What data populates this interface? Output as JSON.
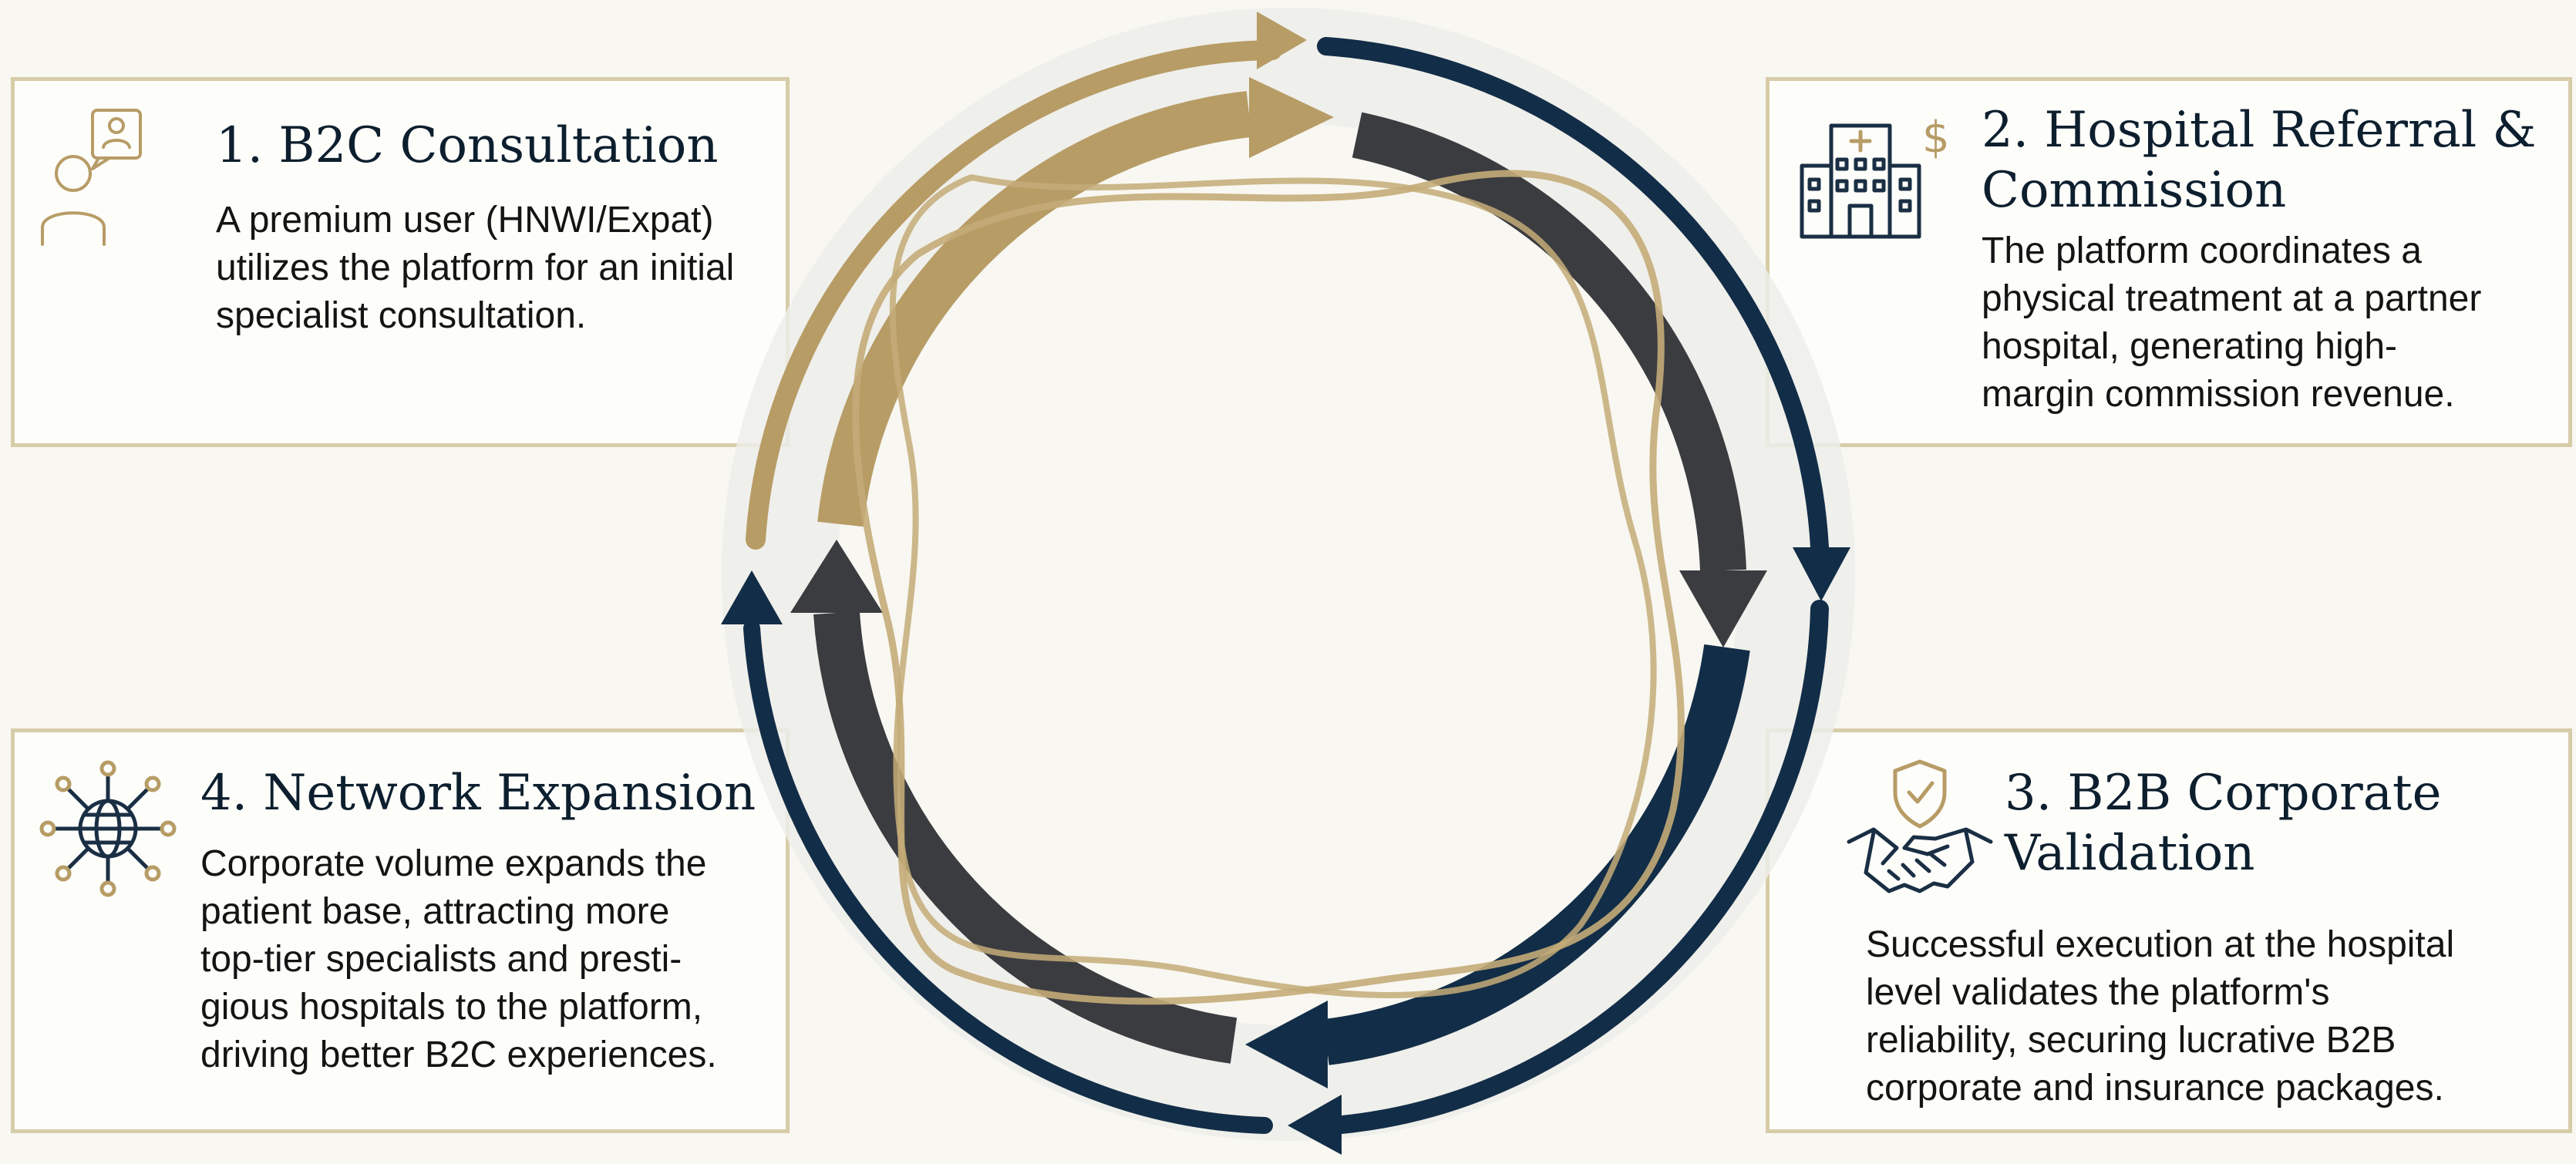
{
  "colors": {
    "gold": "#b79c66",
    "gold_light": "#dccdaa",
    "charcoal": "#3a3c40",
    "navy": "#122d47",
    "panel_border": "#d6cca8",
    "background": "#f8f7f1"
  },
  "steps": [
    {
      "title": "1. B2C Consultation",
      "description": "A premium user (HNWI/Expat)\nutilizes the platform for an initial\nspecialist consultation.",
      "icon": "user-telemedicine-icon"
    },
    {
      "title": "2. Hospital Referral &\nCommission",
      "description": "The platform coordinates a\nphysical treatment at a partner\nhospital, generating high-\nmargin commission revenue.",
      "icon": "hospital-dollar-icon"
    },
    {
      "title": "3. B2B Corporate\nValidation",
      "description": "Successful execution at the hospital\nlevel validates the platform's\nreliability, securing lucrative B2B\ncorporate and insurance packages.",
      "icon": "handshake-shield-icon"
    },
    {
      "title": "4. Network Expansion",
      "description": "Corporate volume expands the\npatient base, attracting more\ntop-tier specialists and presti-\ngious hospitals to the platform,\ndriving better B2C experiences.",
      "icon": "network-globe-icon"
    }
  ]
}
